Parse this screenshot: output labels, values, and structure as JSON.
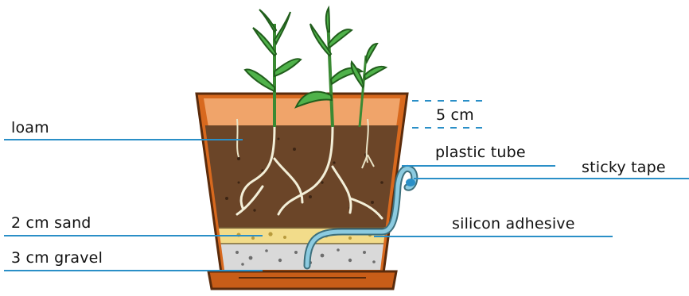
{
  "labels": {
    "loam": "loam",
    "five_cm": "5 cm",
    "plastic_tube": "plastic tube",
    "sticky_tape": "sticky tape",
    "sand": "2 cm sand",
    "silicon": "silicon adhesive",
    "gravel": "3 cm gravel"
  },
  "colors": {
    "leader_line": "#2a8fc7",
    "pot": "#d8691e",
    "pot_rim_inner": "#f0a46a",
    "soil": "#6b4528",
    "sand": "#f2dc8a",
    "gravel": "#d9d9d9",
    "leaf": "#4fb24a",
    "tube": "#8ccbe0"
  }
}
